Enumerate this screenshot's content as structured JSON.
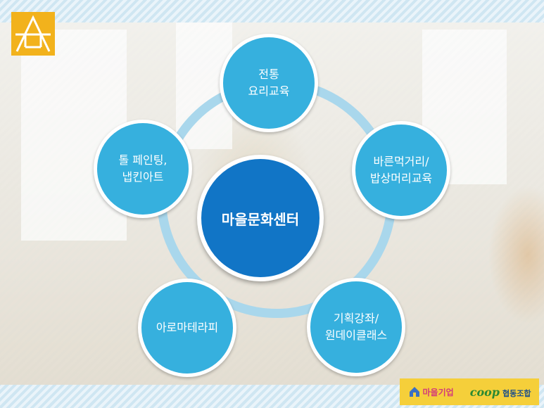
{
  "center": {
    "label": "마을문화센터"
  },
  "nodes": [
    {
      "lines": [
        "전통",
        "요리교육"
      ]
    },
    {
      "lines": [
        "바른먹거리/",
        "밥상머리교육"
      ]
    },
    {
      "lines": [
        "기획강좌/",
        "원데이클래스"
      ]
    },
    {
      "lines": [
        "아로마테라피"
      ]
    },
    {
      "lines": [
        "톨 페인팅,",
        "냅킨아트"
      ]
    }
  ],
  "bottom_logos": {
    "village": "마을기업",
    "coop_word": "coop",
    "coop_label": "협동조합"
  },
  "colors": {
    "node": "#36b0de",
    "center": "#1175c6",
    "ring": "#a9d7ec",
    "logo": "#f2b21c"
  }
}
